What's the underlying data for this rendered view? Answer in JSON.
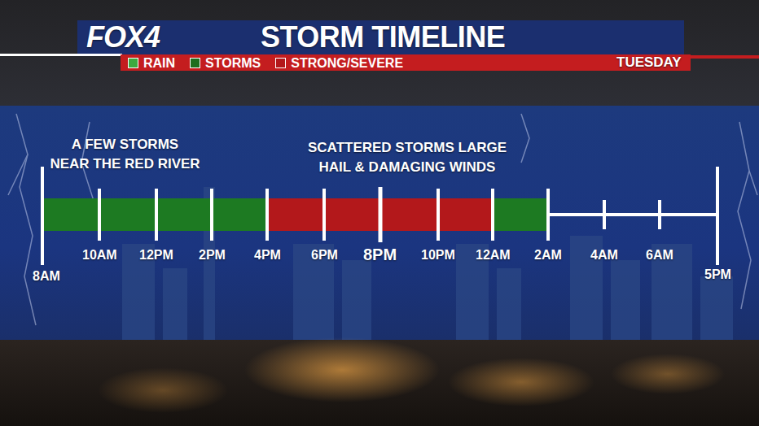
{
  "diagram": {
    "title": "STORM TIMELINE",
    "labels": [
      "FOX4",
      "TUESDAY",
      "A FEW STORMS NEAR THE RED RIVER",
      "SCATTERED STORMS LARGE HAIL & DAMAGING WINDS",
      "8AM",
      "10AM",
      "12PM",
      "2PM",
      "4PM",
      "6PM",
      "8PM",
      "10PM",
      "12AM",
      "2AM",
      "4AM",
      "6AM",
      "5PM"
    ],
    "legend": [
      {
        "text": "RAIN",
        "color": "#3fa83f"
      },
      {
        "text": "STORMS",
        "color": "#1d6e1f"
      },
      {
        "text": "STRONG/SEVERE",
        "color": "#b3181b"
      }
    ]
  }
}
